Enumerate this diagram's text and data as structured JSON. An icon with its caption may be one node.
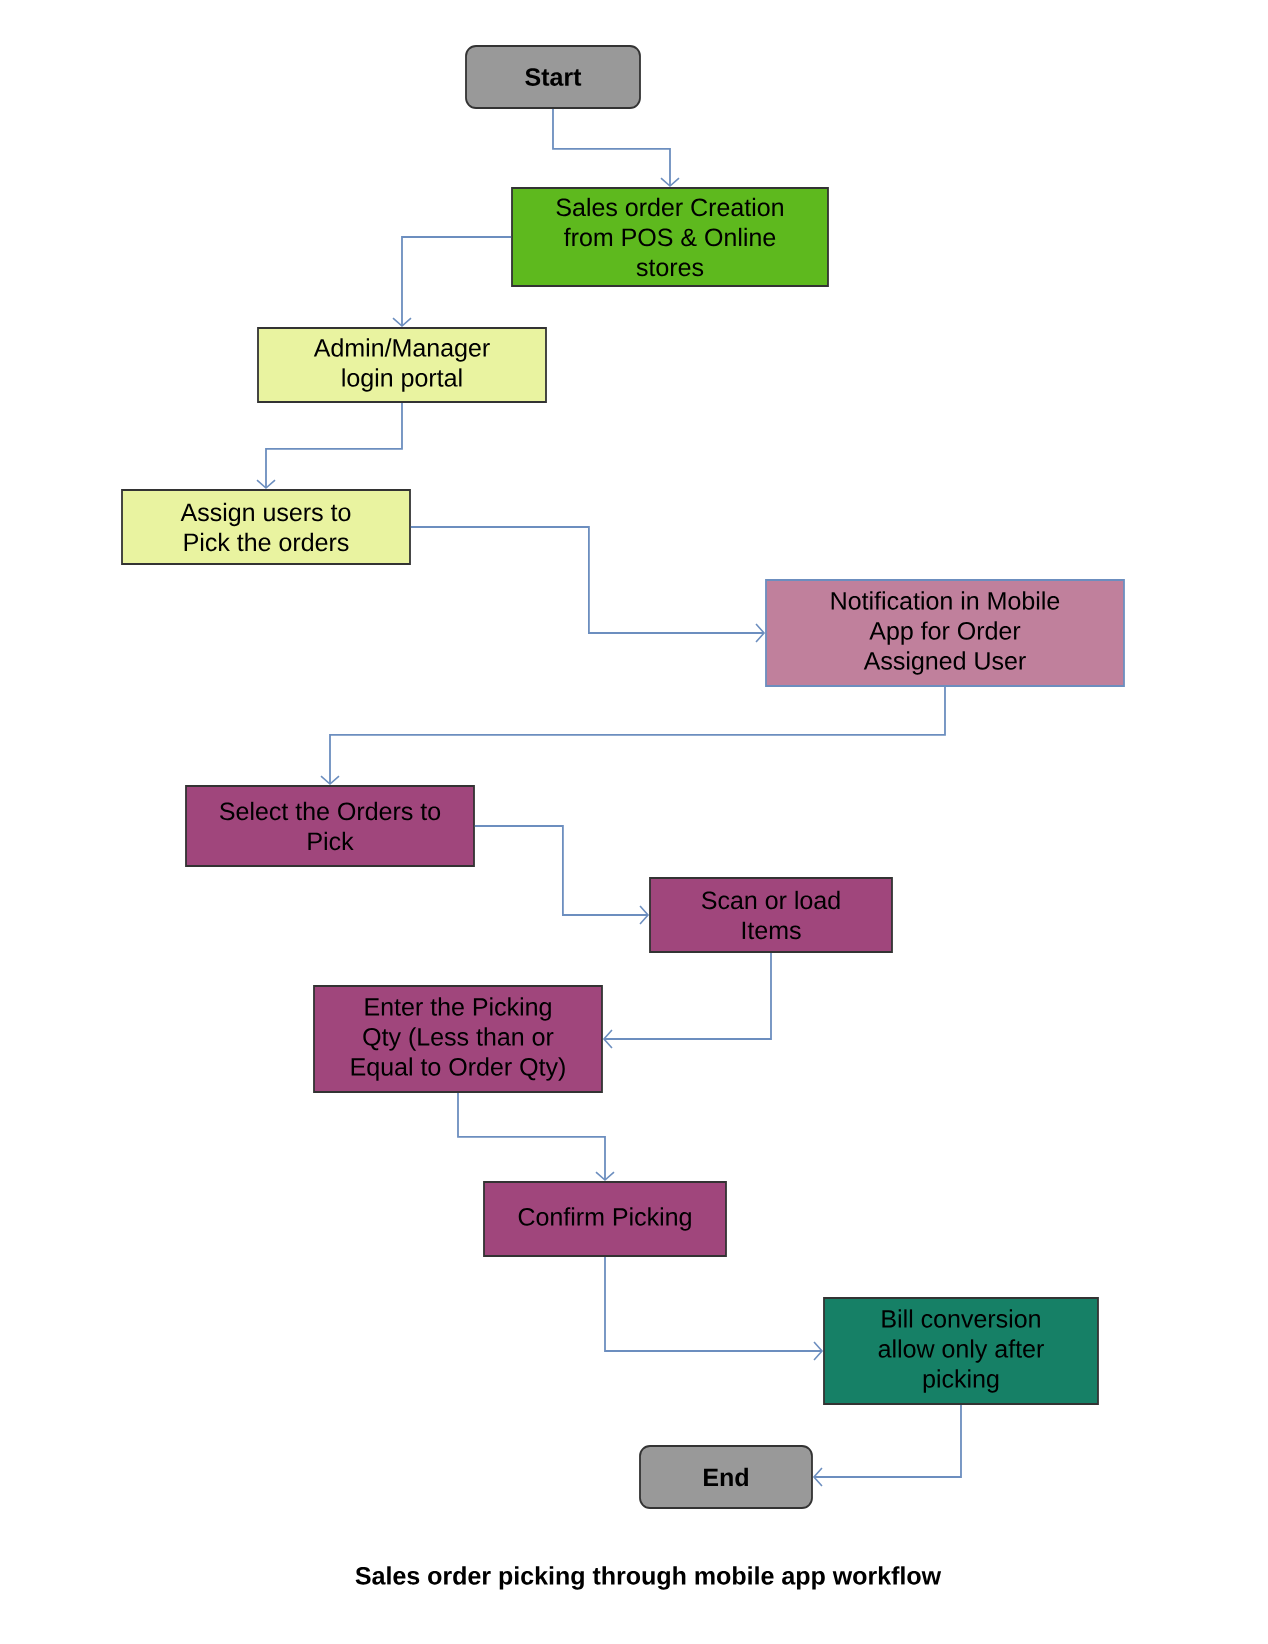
{
  "diagram": {
    "caption": "Sales order picking through mobile app workflow",
    "nodes": [
      {
        "text": [
          "Start"
        ]
      },
      {
        "text": [
          "Sales order Creation from POS & Online stores"
        ]
      },
      {
        "text": [
          "Admin/Manager login portal"
        ]
      },
      {
        "text": [
          "Assign users to Pick the orders"
        ]
      },
      {
        "text": [
          "Notification in Mobile App for Order Assigned User"
        ]
      },
      {
        "text": [
          "Select the Orders to Pick"
        ]
      },
      {
        "text": [
          "Scan or load Items"
        ]
      },
      {
        "text": [
          "Enter the Picking Qty (Less than or Equal to Order Qty)"
        ]
      },
      {
        "text": [
          "Confirm Picking"
        ]
      },
      {
        "text": [
          "Bill conversion allow only after picking"
        ]
      },
      {
        "text": [
          "End"
        ]
      }
    ],
    "edges": [
      {
        "from": 0,
        "to": 1,
        "arrow": "to"
      },
      {
        "from": 1,
        "to": 2,
        "arrow": "to"
      },
      {
        "from": 2,
        "to": 3,
        "arrow": "to"
      },
      {
        "from": 3,
        "to": 4,
        "arrow": "to"
      },
      {
        "from": 4,
        "to": 5,
        "arrow": "to"
      },
      {
        "from": 5,
        "to": 6,
        "arrow": "to"
      },
      {
        "from": 6,
        "to": 7,
        "arrow": "to"
      },
      {
        "from": 7,
        "to": 8,
        "arrow": "to"
      },
      {
        "from": 8,
        "to": 9,
        "arrow": "to"
      },
      {
        "from": 9,
        "to": 10,
        "arrow": "to"
      }
    ]
  }
}
